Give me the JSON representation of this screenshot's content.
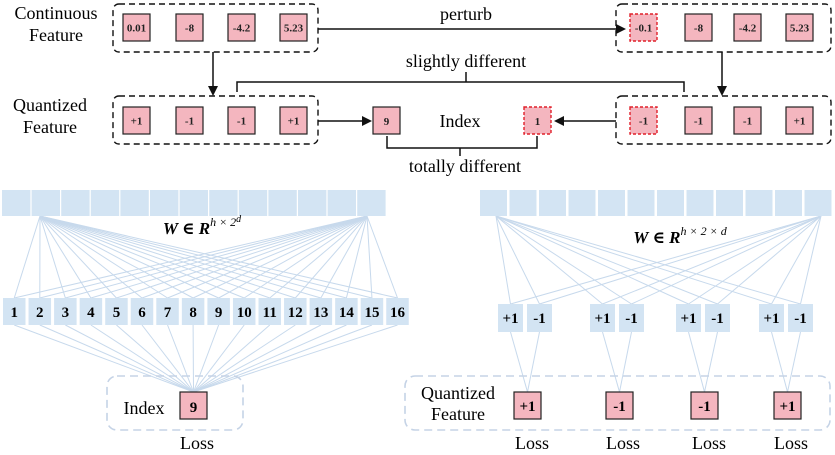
{
  "top": {
    "continuous_label": [
      "Continuous",
      "Feature"
    ],
    "quantized_label": [
      "Quantized",
      "Feature"
    ],
    "continuous_values": [
      "0.01",
      "-8",
      "-4.2",
      "5.23"
    ],
    "perturbed_values": [
      "-0.1",
      "-8",
      "-4.2",
      "5.23"
    ],
    "quantized_values": [
      "+1",
      "-1",
      "-1",
      "+1"
    ],
    "perturbed_quantized_values": [
      "-1",
      "-1",
      "-1",
      "+1"
    ],
    "perturb_label": "perturb",
    "slightly_label": "slightly different",
    "totally_label": "totally different",
    "index_label": "Index",
    "index_left": "9",
    "index_right": "1"
  },
  "left": {
    "formula_main": "W ∈ R",
    "formula_sup": "h × 2",
    "formula_sup_exp": "d",
    "codes": [
      "1",
      "2",
      "3",
      "4",
      "5",
      "6",
      "7",
      "8",
      "9",
      "10",
      "11",
      "12",
      "13",
      "14",
      "15",
      "16"
    ],
    "index_label": "Index",
    "index_value": "9",
    "loss_label": "Loss"
  },
  "right": {
    "formula_main": "W ∈ R",
    "formula_sup": "h × 2 × d",
    "pairs": [
      [
        "+1",
        "-1"
      ],
      [
        "+1",
        "-1"
      ],
      [
        "+1",
        "-1"
      ],
      [
        "+1",
        "-1"
      ]
    ],
    "quantized_label": [
      "Quantized",
      "Feature"
    ],
    "quantized_values": [
      "+1",
      "-1",
      "-1",
      "+1"
    ],
    "loss_labels": [
      "Loss",
      "Loss",
      "Loss",
      "Loss"
    ]
  }
}
